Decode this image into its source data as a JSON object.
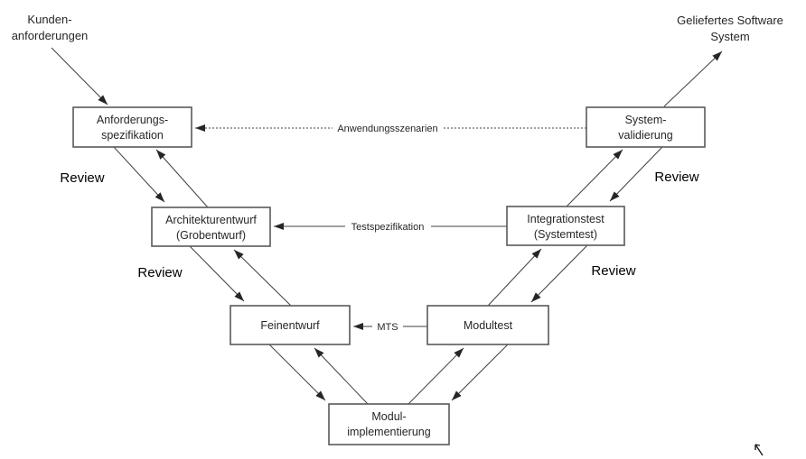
{
  "diagram": {
    "external_labels": {
      "customer_requirements": {
        "line1": "Kunden-",
        "line2": "anforderungen"
      },
      "delivered_system": {
        "line1": "Geliefertes Software",
        "line2": "System"
      }
    },
    "boxes": {
      "requirements_spec": {
        "line1": "Anforderungs-",
        "line2": "spezifikation"
      },
      "architecture_design": {
        "line1": "Architekturentwurf",
        "line2": "(Grobentwurf)"
      },
      "detailed_design": {
        "line1": "Feinentwurf"
      },
      "module_implementation": {
        "line1": "Modul-",
        "line2": "implementierung"
      },
      "module_test": {
        "line1": "Modultest"
      },
      "integration_test": {
        "line1": "Integrationstest",
        "line2": "(Systemtest)"
      },
      "system_validation": {
        "line1": "System-",
        "line2": "validierung"
      }
    },
    "connector_labels": {
      "application_scenarios": "Anwendungsszenarien",
      "test_specification": "Testspezifikation",
      "module_test_spec": "MTS"
    },
    "review_labels": {
      "left_upper": "Review",
      "left_lower": "Review",
      "right_upper": "Review",
      "right_lower": "Review"
    },
    "colors": {
      "background": "#ffffff",
      "line": "#404040",
      "box_border": "#595959",
      "box_fill": "#ffffff",
      "text": "#262626",
      "arrowhead": "#262626"
    }
  }
}
